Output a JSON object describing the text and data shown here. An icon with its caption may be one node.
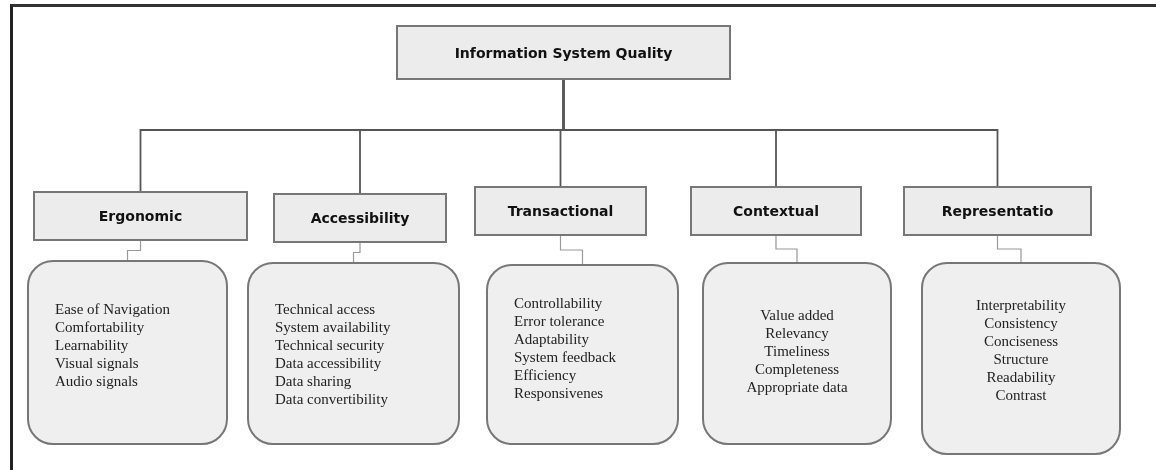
{
  "diagram": {
    "nodes": [
      {
        "text": [
          "Information System Quality"
        ]
      },
      {
        "text": [
          "Ergonomic"
        ]
      },
      {
        "text": [
          "Accessibility"
        ]
      },
      {
        "text": [
          "Transactional"
        ]
      },
      {
        "text": [
          "Contextual"
        ]
      },
      {
        "text": [
          "Representatio"
        ]
      },
      {
        "text": [
          "Ease of Navigation",
          "Comfortability",
          "Learnability",
          "Visual signals",
          "Audio signals"
        ]
      },
      {
        "text": [
          "Technical access",
          "System availability",
          "Technical security",
          "Data accessibility",
          "Data sharing",
          "Data convertibility"
        ]
      },
      {
        "text": [
          "Controllability",
          "Error tolerance",
          "Adaptability",
          "System feedback",
          "Efficiency",
          "Responsivenes"
        ]
      },
      {
        "text": [
          "Value added",
          "Relevancy",
          "Timeliness",
          "Completeness",
          "Appropriate data"
        ]
      },
      {
        "text": [
          "Interpretability",
          "Consistency",
          "Conciseness",
          "Structure",
          "Readability",
          "Contrast"
        ]
      }
    ],
    "edges": [
      {
        "from": 0,
        "to": 1,
        "arrow": "none"
      },
      {
        "from": 0,
        "to": 2,
        "arrow": "none"
      },
      {
        "from": 0,
        "to": 3,
        "arrow": "none"
      },
      {
        "from": 0,
        "to": 4,
        "arrow": "none"
      },
      {
        "from": 0,
        "to": 5,
        "arrow": "none"
      },
      {
        "from": 1,
        "to": 6,
        "arrow": "none"
      },
      {
        "from": 2,
        "to": 7,
        "arrow": "none"
      },
      {
        "from": 3,
        "to": 8,
        "arrow": "none"
      },
      {
        "from": 4,
        "to": 9,
        "arrow": "none"
      },
      {
        "from": 5,
        "to": 10,
        "arrow": "none"
      }
    ]
  }
}
